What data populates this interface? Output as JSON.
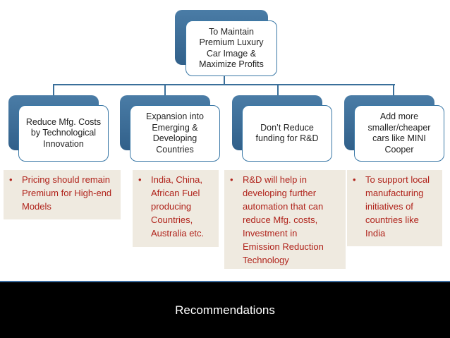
{
  "root": {
    "label": "To Maintain\nPremium Luxury\nCar Image &\nMaximize Profits"
  },
  "branches": [
    {
      "label": "Reduce Mfg. Costs\nby Technological\nInnovation"
    },
    {
      "label": "Expansion into\nEmerging &\nDeveloping\nCountries"
    },
    {
      "label": "Don’t Reduce\nfunding for R&D"
    },
    {
      "label": "Add more\nsmaller/cheaper\ncars like MINI\nCooper"
    }
  ],
  "notes": [
    {
      "bullet": "•",
      "text": "Pricing should remain\nPremium for High-end\nModels"
    },
    {
      "bullet": "•",
      "text": "India, China,\nAfrican Fuel\nproducing\nCountries,\nAustralia etc."
    },
    {
      "bullet": "•",
      "text": "R&D will help in\ndeveloping further\nautomation that can\nreduce Mfg. costs,\nInvestment in\nEmission Reduction\nTechnology"
    },
    {
      "bullet": "•",
      "text": "To support local\nmanufacturing\ninitiatives of\ncountries like\nIndia"
    }
  ],
  "footer": {
    "title": "Recommendations"
  },
  "colors": {
    "node_fill": "#3f6f97",
    "node_border": "#3a78a6",
    "note_background": "#efeae0",
    "note_text": "#b0231b",
    "footer_background": "#000000"
  }
}
